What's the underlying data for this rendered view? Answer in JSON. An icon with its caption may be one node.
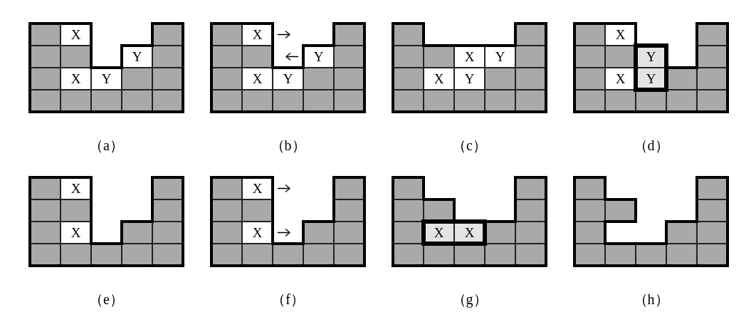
{
  "diagram": {
    "nodes": [
      {
        "text": [
          "（a）"
        ]
      },
      {
        "text": [],
        "shape": "box",
        "in": 0
      },
      {
        "text": [
          "X"
        ],
        "in": 0
      },
      {
        "text": [],
        "shape": "box",
        "in": 0
      },
      {
        "text": [],
        "shape": "box",
        "in": 0
      },
      {
        "text": [],
        "shape": "box",
        "in": 0
      },
      {
        "text": [
          "Y"
        ],
        "in": 0
      },
      {
        "text": [],
        "shape": "box",
        "in": 0
      },
      {
        "text": [],
        "shape": "box",
        "in": 0
      },
      {
        "text": [
          "X"
        ],
        "in": 0
      },
      {
        "text": [
          "Y"
        ],
        "in": 0
      },
      {
        "text": [],
        "shape": "box",
        "in": 0
      },
      {
        "text": [],
        "shape": "box",
        "in": 0
      },
      {
        "text": [],
        "shape": "box",
        "in": 0
      },
      {
        "text": [],
        "shape": "box",
        "in": 0
      },
      {
        "text": [],
        "shape": "box",
        "in": 0
      },
      {
        "text": [],
        "shape": "box",
        "in": 0
      },
      {
        "text": [],
        "shape": "box",
        "in": 0
      },
      {
        "text": [
          "（b）"
        ]
      },
      {
        "text": [],
        "shape": "box",
        "in": 18
      },
      {
        "text": [
          "X"
        ],
        "in": 18
      },
      {
        "text": [],
        "shape": "box",
        "in": 18
      },
      {
        "text": [],
        "shape": "box",
        "in": 18
      },
      {
        "text": [],
        "shape": "box",
        "in": 18
      },
      {
        "text": [
          "Y"
        ],
        "in": 18
      },
      {
        "text": [],
        "shape": "box",
        "in": 18
      },
      {
        "text": [],
        "shape": "box",
        "in": 18
      },
      {
        "text": [
          "X"
        ],
        "in": 18
      },
      {
        "text": [
          "Y"
        ],
        "in": 18
      },
      {
        "text": [],
        "shape": "box",
        "in": 18
      },
      {
        "text": [],
        "shape": "box",
        "in": 18
      },
      {
        "text": [],
        "shape": "box",
        "in": 18
      },
      {
        "text": [],
        "shape": "box",
        "in": 18
      },
      {
        "text": [],
        "shape": "box",
        "in": 18
      },
      {
        "text": [],
        "shape": "box",
        "in": 18
      },
      {
        "text": [],
        "shape": "box",
        "in": 18
      },
      {
        "text": [
          "（c）"
        ]
      },
      {
        "text": [],
        "shape": "box",
        "in": 36
      },
      {
        "text": [],
        "shape": "box",
        "in": 36
      },
      {
        "text": [],
        "shape": "box",
        "in": 36
      },
      {
        "text": [],
        "shape": "box",
        "in": 36
      },
      {
        "text": [
          "X"
        ],
        "in": 36
      },
      {
        "text": [
          "Y"
        ],
        "in": 36
      },
      {
        "text": [],
        "shape": "box",
        "in": 36
      },
      {
        "text": [],
        "shape": "box",
        "in": 36
      },
      {
        "text": [
          "X"
        ],
        "in": 36
      },
      {
        "text": [
          "Y"
        ],
        "in": 36
      },
      {
        "text": [],
        "shape": "box",
        "in": 36
      },
      {
        "text": [],
        "shape": "box",
        "in": 36
      },
      {
        "text": [],
        "shape": "box",
        "in": 36
      },
      {
        "text": [],
        "shape": "box",
        "in": 36
      },
      {
        "text": [],
        "shape": "box",
        "in": 36
      },
      {
        "text": [],
        "shape": "box",
        "in": 36
      },
      {
        "text": [],
        "shape": "box",
        "in": 36
      },
      {
        "text": [
          "（d）"
        ]
      },
      {
        "text": [],
        "shape": "box",
        "in": 54
      },
      {
        "text": [
          "X"
        ],
        "in": 54
      },
      {
        "text": [],
        "shape": "box",
        "in": 54
      },
      {
        "text": [],
        "shape": "box",
        "in": 54
      },
      {
        "text": [],
        "shape": "box",
        "in": 54
      },
      {
        "text": [
          "Y"
        ],
        "in": 54
      },
      {
        "text": [],
        "shape": "box",
        "in": 54
      },
      {
        "text": [],
        "shape": "box",
        "in": 54
      },
      {
        "text": [
          "X"
        ],
        "in": 54
      },
      {
        "text": [
          "Y"
        ],
        "in": 54
      },
      {
        "text": [],
        "shape": "box",
        "in": 54
      },
      {
        "text": [],
        "shape": "box",
        "in": 54
      },
      {
        "text": [],
        "shape": "box",
        "in": 54
      },
      {
        "text": [],
        "shape": "box",
        "in": 54
      },
      {
        "text": [],
        "shape": "box",
        "in": 54
      },
      {
        "text": [],
        "shape": "box",
        "in": 54
      },
      {
        "text": [],
        "shape": "box",
        "in": 54
      },
      {
        "text": [
          "（e）"
        ]
      },
      {
        "text": [],
        "shape": "box",
        "in": 72
      },
      {
        "text": [
          "X"
        ],
        "in": 72
      },
      {
        "text": [],
        "shape": "box",
        "in": 72
      },
      {
        "text": [],
        "shape": "box",
        "in": 72
      },
      {
        "text": [],
        "shape": "box",
        "in": 72
      },
      {
        "text": [],
        "shape": "box",
        "in": 72
      },
      {
        "text": [],
        "shape": "box",
        "in": 72
      },
      {
        "text": [
          "X"
        ],
        "in": 72
      },
      {
        "text": [],
        "shape": "box",
        "in": 72
      },
      {
        "text": [],
        "shape": "box",
        "in": 72
      },
      {
        "text": [],
        "shape": "box",
        "in": 72
      },
      {
        "text": [],
        "shape": "box",
        "in": 72
      },
      {
        "text": [],
        "shape": "box",
        "in": 72
      },
      {
        "text": [],
        "shape": "box",
        "in": 72
      },
      {
        "text": [],
        "shape": "box",
        "in": 72
      },
      {
        "text": [
          "（f）"
        ]
      },
      {
        "text": [],
        "shape": "box",
        "in": 88
      },
      {
        "text": [
          "X"
        ],
        "in": 88
      },
      {
        "text": [],
        "shape": "box",
        "in": 88
      },
      {
        "text": [],
        "shape": "box",
        "in": 88
      },
      {
        "text": [],
        "shape": "box",
        "in": 88
      },
      {
        "text": [],
        "shape": "box",
        "in": 88
      },
      {
        "text": [],
        "shape": "box",
        "in": 88
      },
      {
        "text": [
          "X"
        ],
        "in": 88
      },
      {
        "text": [],
        "shape": "box",
        "in": 88
      },
      {
        "text": [],
        "shape": "box",
        "in": 88
      },
      {
        "text": [],
        "shape": "box",
        "in": 88
      },
      {
        "text": [],
        "shape": "box",
        "in": 88
      },
      {
        "text": [],
        "shape": "box",
        "in": 88
      },
      {
        "text": [],
        "shape": "box",
        "in": 88
      },
      {
        "text": [],
        "shape": "box",
        "in": 88
      },
      {
        "text": [
          "（g）"
        ]
      },
      {
        "text": [],
        "shape": "box",
        "in": 104
      },
      {
        "text": [],
        "shape": "box",
        "in": 104
      },
      {
        "text": [],
        "shape": "box",
        "in": 104
      },
      {
        "text": [],
        "shape": "box",
        "in": 104
      },
      {
        "text": [],
        "shape": "box",
        "in": 104
      },
      {
        "text": [],
        "shape": "box",
        "in": 104
      },
      {
        "text": [
          "X"
        ],
        "in": 104
      },
      {
        "text": [
          "X"
        ],
        "in": 104
      },
      {
        "text": [],
        "shape": "box",
        "in": 104
      },
      {
        "text": [],
        "shape": "box",
        "in": 104
      },
      {
        "text": [],
        "shape": "box",
        "in": 104
      },
      {
        "text": [],
        "shape": "box",
        "in": 104
      },
      {
        "text": [],
        "shape": "box",
        "in": 104
      },
      {
        "text": [],
        "shape": "box",
        "in": 104
      },
      {
        "text": [],
        "shape": "box",
        "in": 104
      },
      {
        "text": [
          "（h）"
        ]
      },
      {
        "text": [],
        "shape": "box",
        "in": 120
      },
      {
        "text": [],
        "shape": "box",
        "in": 120
      },
      {
        "text": [],
        "shape": "box",
        "in": 120
      },
      {
        "text": [],
        "shape": "box",
        "in": 120
      },
      {
        "text": [],
        "shape": "box",
        "in": 120
      },
      {
        "text": [],
        "shape": "box",
        "in": 120
      },
      {
        "text": [],
        "shape": "box",
        "in": 120
      },
      {
        "text": [],
        "shape": "box",
        "in": 120
      },
      {
        "text": [],
        "shape": "box",
        "in": 120
      },
      {
        "text": [],
        "shape": "box",
        "in": 120
      },
      {
        "text": [],
        "shape": "box",
        "in": 120
      },
      {
        "text": [],
        "shape": "box",
        "in": 120
      },
      {
        "text": [],
        "shape": "box",
        "in": 120
      }
    ]
  }
}
